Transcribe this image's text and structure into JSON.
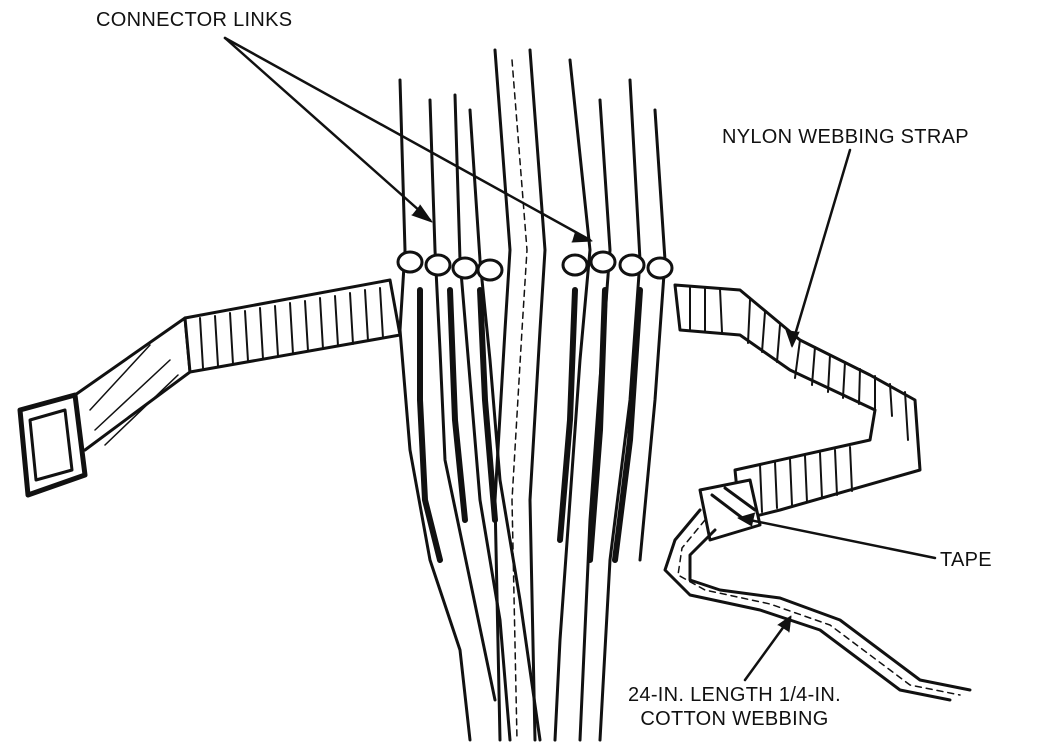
{
  "labels": {
    "connector_links": "CONNECTOR LINKS",
    "nylon_webbing_strap": "NYLON WEBBING STRAP",
    "tape": "TAPE",
    "cotton_webbing_line1": "24-IN. LENGTH 1/4-IN.",
    "cotton_webbing_line2": "COTTON WEBBING"
  },
  "colors": {
    "ink": "#111111",
    "paper": "#ffffff"
  }
}
